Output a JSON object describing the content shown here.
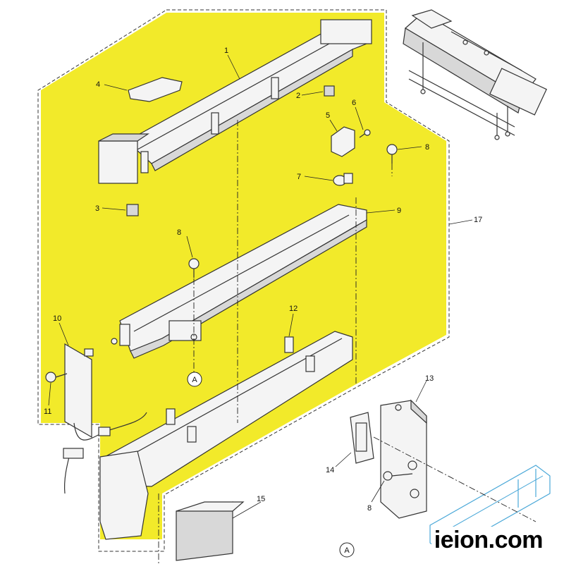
{
  "diagram": {
    "highlight_color": "#f2ea2a",
    "callouts": [
      "1",
      "2",
      "3",
      "4",
      "5",
      "6",
      "7",
      "8",
      "8",
      "8",
      "9",
      "10",
      "11",
      "12",
      "13",
      "14",
      "15",
      "17"
    ],
    "reference_marks": [
      "A",
      "A"
    ]
  },
  "watermark": "ieion.com"
}
